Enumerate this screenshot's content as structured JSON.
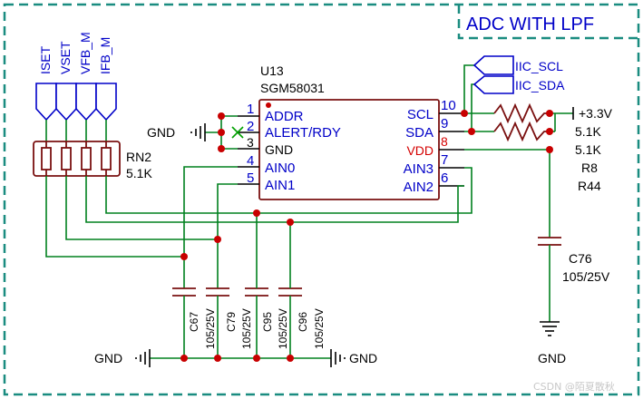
{
  "title": "ADC WITH LPF",
  "watermark": "CSDN @陌夏散秋",
  "colors": {
    "wire": "#00801e",
    "text": "#0000c8",
    "vdd": "#d40000",
    "component": "#7a1010",
    "frame": "#1a8c80",
    "junction": "#c80000"
  },
  "chip": {
    "ref": "U13",
    "part": "SGM58031",
    "left_pins": [
      {
        "num": "1",
        "name": "ADDR"
      },
      {
        "num": "2",
        "name": "ALERT/RDY"
      },
      {
        "num": "3",
        "name": "GND"
      },
      {
        "num": "4",
        "name": "AIN0"
      },
      {
        "num": "5",
        "name": "AIN1"
      }
    ],
    "right_pins": [
      {
        "num": "10",
        "name": "SCL"
      },
      {
        "num": "9",
        "name": "SDA"
      },
      {
        "num": "8",
        "name": "VDD"
      },
      {
        "num": "7",
        "name": "AIN3"
      },
      {
        "num": "6",
        "name": "AIN2"
      }
    ]
  },
  "nets_top": [
    "ISET",
    "VSET",
    "VFB_M",
    "IFB_M"
  ],
  "rn2": {
    "ref": "RN2",
    "value": "5.1K"
  },
  "iic": {
    "scl": "IIC_SCL",
    "sda": "IIC_SDA"
  },
  "supply": "+3.3V",
  "r8": {
    "ref": "R8",
    "value": "5.1K"
  },
  "r44": {
    "ref": "R44",
    "value": "5.1K"
  },
  "c76": {
    "ref": "C76",
    "value": "105/25V"
  },
  "caps": [
    {
      "ref": "C67",
      "value": "105/25V"
    },
    {
      "ref": "C79",
      "value": "105/25V"
    },
    {
      "ref": "C95",
      "value": "105/25V"
    },
    {
      "ref": "C96",
      "value": "105/25V"
    }
  ],
  "gnd": {
    "chip": "GND",
    "bottom_left": "GND",
    "bottom_right": "GND",
    "c76": "GND"
  }
}
